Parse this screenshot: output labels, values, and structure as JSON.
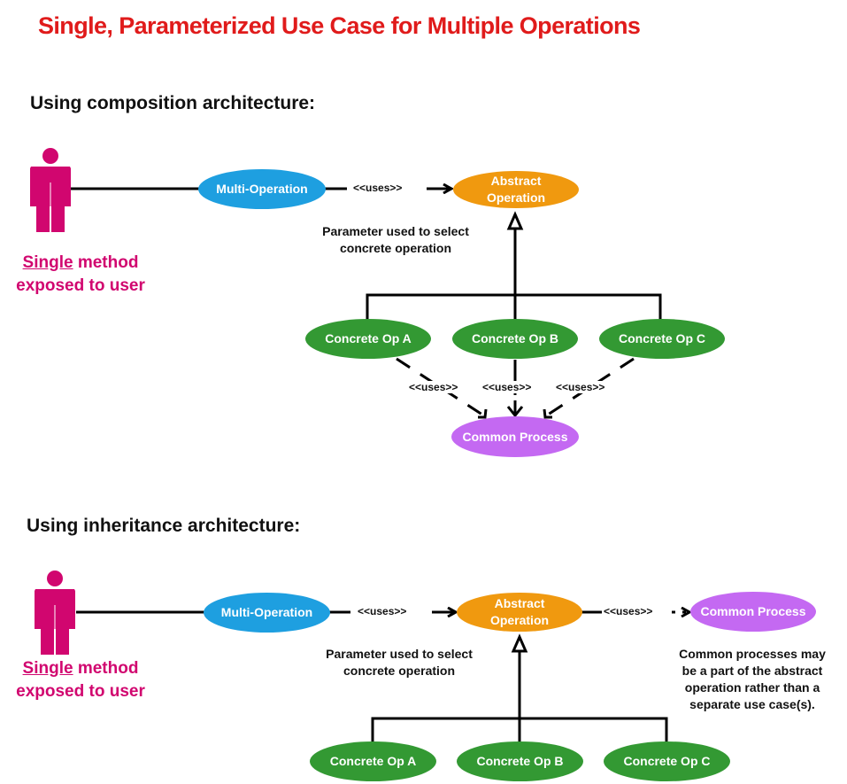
{
  "title": "Single, Parameterized Use Case for Multiple Operations",
  "colors": {
    "title": "#e01b1b",
    "actor": "#d1066f",
    "multi_operation": "#1e9fe0",
    "abstract_operation": "#f0990f",
    "concrete_operation": "#339933",
    "common_process": "#c469f2"
  },
  "composition": {
    "heading": "Using composition architecture:",
    "actor": {
      "icon": "person-icon",
      "label_underlined": "Single",
      "label_rest": " method",
      "label_line2": "exposed to user"
    },
    "multi_operation": "Multi-Operation",
    "uses_label": "<<uses>>",
    "abstract_operation": {
      "line1": "Abstract",
      "line2": "Operation"
    },
    "parameter_note": {
      "line1": "Parameter used to select",
      "line2": "concrete operation"
    },
    "concrete_ops": [
      "Concrete Op A",
      "Concrete Op B",
      "Concrete Op C"
    ],
    "concrete_uses_labels": [
      "<<uses>>",
      "<<uses>>",
      "<<uses>>"
    ],
    "common_process": "Common Process"
  },
  "inheritance": {
    "heading": "Using inheritance architecture:",
    "actor": {
      "icon": "person-icon",
      "label_underlined": "Single",
      "label_rest": " method",
      "label_line2": "exposed to user"
    },
    "multi_operation": "Multi-Operation",
    "uses_label": "<<uses>>",
    "abstract_operation": {
      "line1": "Abstract",
      "line2": "Operation"
    },
    "abstract_uses_label": "<<uses>>",
    "common_process": "Common Process",
    "parameter_note": {
      "line1": "Parameter used to select",
      "line2": "concrete operation"
    },
    "common_note": {
      "line1": "Common processes may",
      "line2": "be a part of the abstract",
      "line3": "operation rather than a",
      "line4": "separate use case(s)."
    },
    "concrete_ops": [
      "Concrete Op A",
      "Concrete Op B",
      "Concrete Op C"
    ]
  }
}
